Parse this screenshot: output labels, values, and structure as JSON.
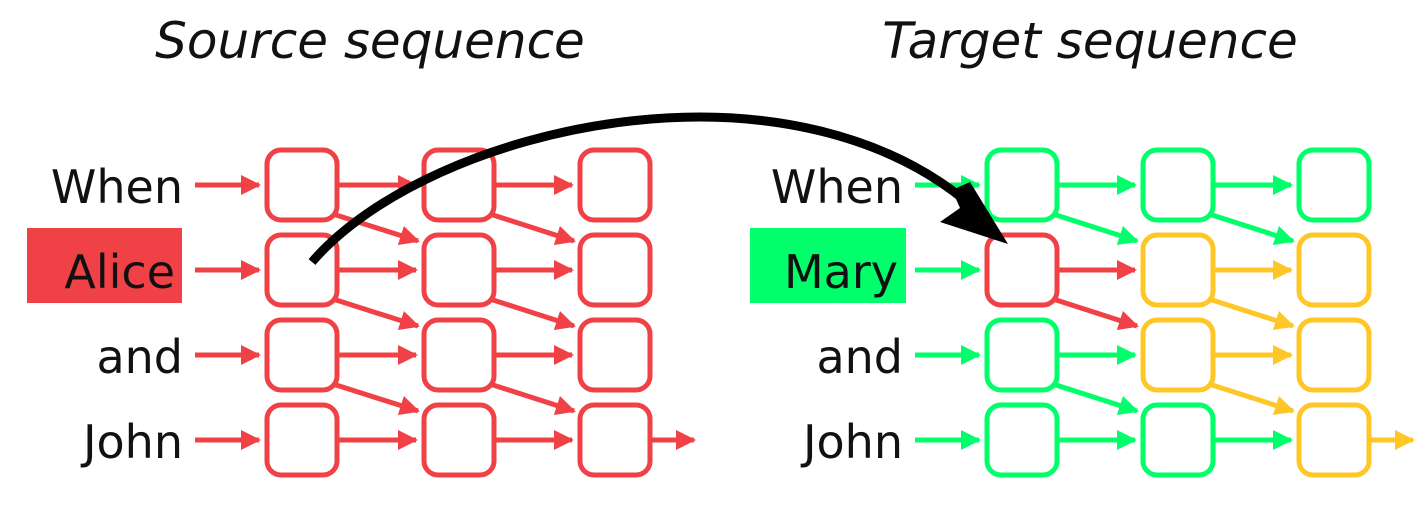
{
  "colors": {
    "red": "#ef4146",
    "green": "#00ff6a",
    "yellow": "#ffc627",
    "black": "#000000"
  },
  "source": {
    "title": "Source sequence",
    "words": [
      "When",
      "Alice",
      "and",
      "John"
    ],
    "highlight_index": 1,
    "highlight_color": "red",
    "input_arrow_color": "red",
    "box_colors": [
      [
        "red",
        "red",
        "red"
      ],
      [
        "red",
        "red",
        "red"
      ],
      [
        "red",
        "red",
        "red"
      ],
      [
        "red",
        "red",
        "red"
      ]
    ]
  },
  "target": {
    "title": "Target sequence",
    "words": [
      "When",
      "Mary",
      "and",
      "John"
    ],
    "highlight_index": 1,
    "highlight_color": "green",
    "input_arrow_color": "green",
    "box_colors": [
      [
        "green",
        "green",
        "green"
      ],
      [
        "red",
        "yellow",
        "yellow"
      ],
      [
        "green",
        "yellow",
        "yellow"
      ],
      [
        "green",
        "green",
        "yellow"
      ]
    ]
  }
}
